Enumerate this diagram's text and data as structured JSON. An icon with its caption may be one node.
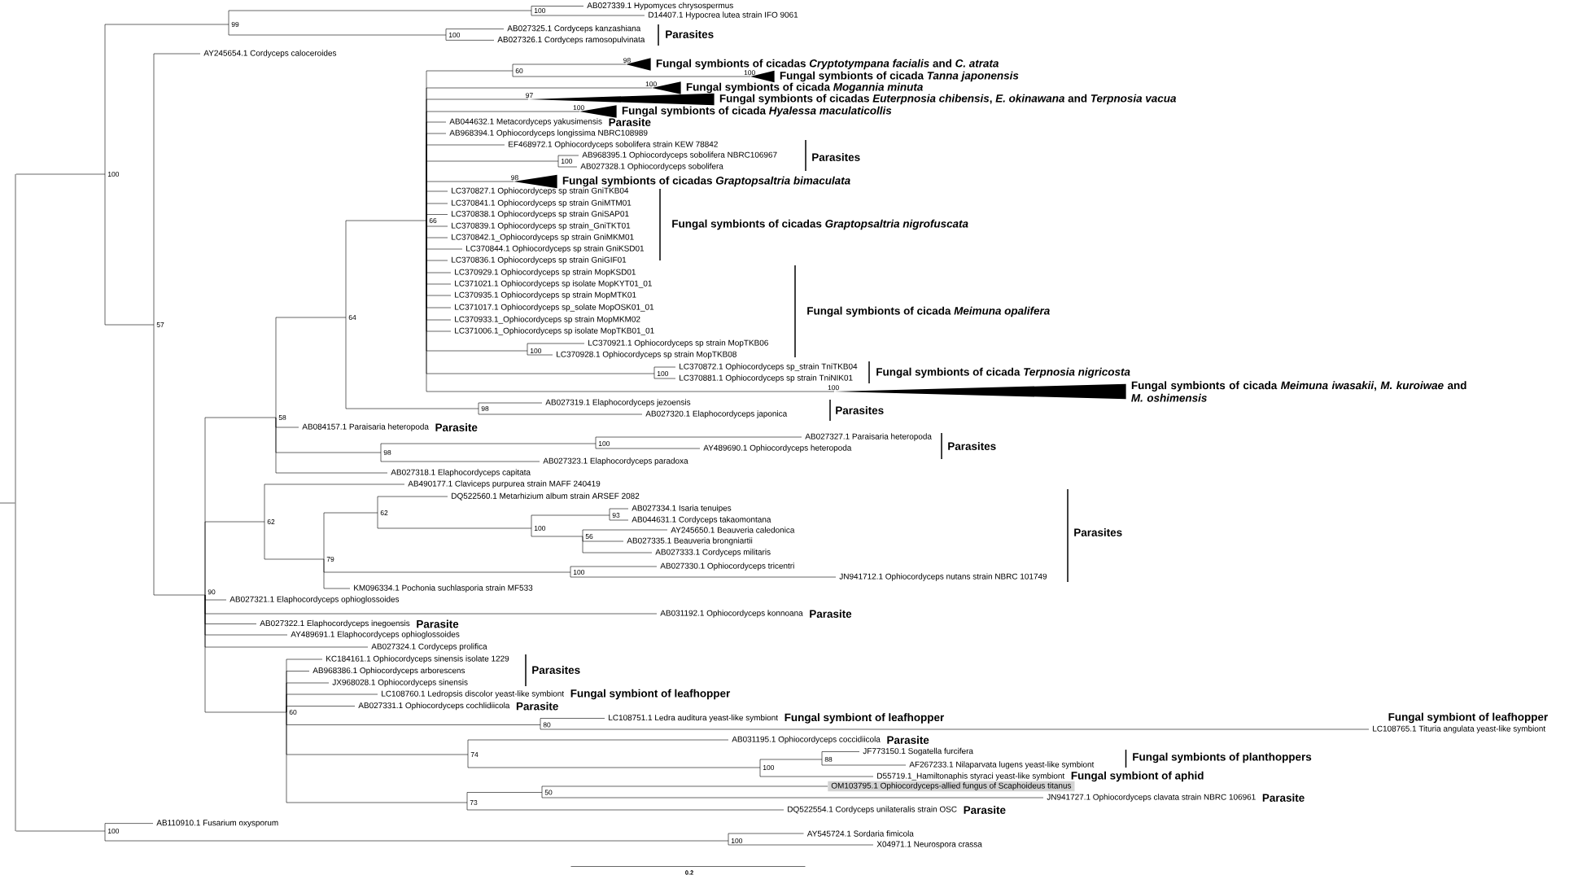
{
  "diagram": {
    "nodes": [
      {
        "text": [],
        "shape": "bar"
      },
      {
        "text": [
          "100"
        ]
      },
      {
        "text": [
          "99"
        ]
      },
      {
        "text": [
          "100"
        ]
      },
      {
        "text": [
          "AB027339.1 Hypomyces chrysospermus"
        ]
      },
      {
        "text": [
          "D14407.1 Hypocrea lutea strain IFO 9061"
        ]
      },
      {
        "text": [
          "100"
        ]
      },
      {
        "text": [
          "AB027325.1 Cordyceps kanzashiana"
        ]
      },
      {
        "text": [
          "AB027326.1 Cordyceps ramosopulvinata"
        ]
      },
      {
        "text": [
          "57"
        ]
      },
      {
        "text": [
          "AY245654.1 Cordyceps caloceroides"
        ]
      },
      {
        "text": [
          "90"
        ]
      },
      {
        "text": [
          "58"
        ]
      },
      {
        "text": [
          "64"
        ]
      },
      {
        "text": [
          "66"
        ]
      },
      {
        "text": [
          "60"
        ]
      },
      {
        "text": [],
        "shape": "triangle",
        "beside": [
          "Fungal symbionts of cicadas *Cryptotympana facialis* and *C. atrata*"
        ]
      },
      {
        "text": [],
        "shape": "triangle",
        "beside": [
          "Fungal symbionts of cicada *Tanna japonensis*"
        ]
      },
      {
        "text": [],
        "shape": "triangle",
        "beside": [
          "Fungal symbionts of cicada *Mogannia minuta*"
        ]
      },
      {
        "text": [],
        "shape": "triangle",
        "beside": [
          "Fungal symbionts of cicadas *Euterpnosia chibensis*, *E. okinawana* and *Terpnosia vacua*"
        ]
      },
      {
        "text": [],
        "shape": "triangle",
        "beside": [
          "Fungal symbionts of cicada *Hyalessa maculaticollis*"
        ]
      },
      {
        "text": [
          "AB044632.1 Metacordyceps yakusimensis"
        ],
        "beside": [
          "Parasite"
        ]
      },
      {
        "text": [
          "AB968394.1 Ophiocordyceps longissima NBRC108989"
        ]
      },
      {
        "text": [
          "EF468972.1 Ophiocordyceps sobolifera strain KEW 78842"
        ]
      },
      {
        "text": [
          "100"
        ]
      },
      {
        "text": [
          "AB968395.1 Ophiocordyceps sobolifera NBRC106967"
        ]
      },
      {
        "text": [
          "AB027328.1 Ophiocordyceps sobolifera"
        ]
      },
      {
        "text": [],
        "shape": "triangle",
        "beside": [
          "Fungal symbionts of cicadas *Graptopsaltria bimaculata*"
        ]
      },
      {
        "text": [
          "LC370827.1 Ophiocordyceps sp strain GniTKB04"
        ]
      },
      {
        "text": [
          "LC370841.1 Ophiocordyceps sp strain GniMTM01"
        ]
      },
      {
        "text": [
          "LC370838.1 Ophiocordyceps sp strain GniSAP01"
        ]
      },
      {
        "text": [
          "LC370839.1 Ophiocordyceps sp strain_GniTKT01"
        ]
      },
      {
        "text": [
          "LC370842.1_Ophiocordyceps sp strain GniMKM01"
        ]
      },
      {
        "text": [
          "LC370844.1 Ophiocordyceps sp strain GniKSD01"
        ]
      },
      {
        "text": [
          "LC370836.1 Ophiocordyceps sp strain GniGIF01"
        ]
      },
      {
        "text": [
          "LC370929.1 Ophiocordyceps sp strain MopKSD01"
        ]
      },
      {
        "text": [
          "LC371021.1 Ophiocordyceps sp isolate MopKYT01_01"
        ]
      },
      {
        "text": [
          "LC370935.1 Ophiocordyceps sp strain MopMTK01"
        ]
      },
      {
        "text": [
          "LC371017.1 Ophiocordyceps sp_solate MopOSK01_01"
        ]
      },
      {
        "text": [
          "LC370933.1_Ophiocordyceps sp strain MopMKM02"
        ]
      },
      {
        "text": [
          "LC371006.1_Ophiocordyceps sp isolate MopTKB01_01"
        ]
      },
      {
        "text": [
          "100"
        ]
      },
      {
        "text": [
          "LC370921.1 Ophiocordyceps sp strain MopTKB06"
        ]
      },
      {
        "text": [
          "LC370928.1 Ophiocordyceps sp strain MopTKB08"
        ]
      },
      {
        "text": [
          "100"
        ]
      },
      {
        "text": [
          "LC370872.1 Ophiocordyceps sp_strain TniTKB04"
        ]
      },
      {
        "text": [
          "LC370881.1 Ophiocordyceps sp strain TniNIK01"
        ]
      },
      {
        "text": [],
        "shape": "triangle",
        "beside": [
          "Fungal symbionts of cicada *Meimuna iwasakii*, *M. kuroiwae* and *M. oshimensis*"
        ]
      },
      {
        "text": [
          "98"
        ]
      },
      {
        "text": [
          "AB027319.1 Elaphocordyceps jezoensis"
        ]
      },
      {
        "text": [
          "AB027320.1 Elaphocordyceps japonica"
        ]
      },
      {
        "text": [
          "AB084157.1 Paraisaria heteropoda"
        ],
        "beside": [
          "Parasite"
        ]
      },
      {
        "text": [
          "98"
        ]
      },
      {
        "text": [
          "100"
        ]
      },
      {
        "text": [
          "AB027327.1 Paraisaria heteropoda"
        ]
      },
      {
        "text": [
          "AY489690.1 Ophiocordyceps heteropoda"
        ]
      },
      {
        "text": [
          "AB027323.1 Elaphocordyceps paradoxa"
        ]
      },
      {
        "text": [
          "AB027318.1 Elaphocordyceps capitata"
        ]
      },
      {
        "text": [
          "62"
        ]
      },
      {
        "text": [
          "AB490177.1 Claviceps purpurea strain MAFF 240419"
        ]
      },
      {
        "text": [
          "79"
        ]
      },
      {
        "text": [
          "62"
        ]
      },
      {
        "text": [
          "DQ522560.1 Metarhizium album strain ARSEF 2082"
        ]
      },
      {
        "text": [
          "100"
        ]
      },
      {
        "text": [
          "93"
        ]
      },
      {
        "text": [
          "AB027334.1 Isaria tenuipes"
        ]
      },
      {
        "text": [
          "AB044631.1 Cordyceps takaomontana"
        ]
      },
      {
        "text": [
          "56"
        ]
      },
      {
        "text": [
          "AY245650.1 Beauveria caledonica"
        ]
      },
      {
        "text": [
          "AB027335.1 Beauveria brongniartii"
        ]
      },
      {
        "text": [
          "AB027333.1 Cordyceps militaris"
        ]
      },
      {
        "text": [
          "100"
        ]
      },
      {
        "text": [
          "AB027330.1 Ophiocordyceps tricentri"
        ]
      },
      {
        "text": [
          "JN941712.1 Ophiocordyceps nutans strain NBRC 101749"
        ]
      },
      {
        "text": [
          "KM096334.1 Pochonia suchlasporia strain MF533"
        ]
      },
      {
        "text": [
          "AB027321.1 Elaphocordyceps ophioglossoides"
        ]
      },
      {
        "text": [
          "AB031192.1 Ophiocordyceps konnoana"
        ],
        "beside": [
          "Parasite"
        ]
      },
      {
        "text": [
          "AB027322.1 Elaphocordyceps inegoensis"
        ],
        "beside": [
          "Parasite"
        ]
      },
      {
        "text": [
          "AY489691.1 Elaphocordyceps ophioglossoides"
        ]
      },
      {
        "text": [
          "AB027324.1 Cordyceps prolifica"
        ]
      },
      {
        "text": [
          "60"
        ]
      },
      {
        "text": [
          "KC184161.1 Ophiocordyceps sinensis isolate 1229"
        ]
      },
      {
        "text": [
          "AB968386.1 Ophiocordyceps arborescens"
        ]
      },
      {
        "text": [
          "JX968028.1 Ophiocordyceps sinensis"
        ]
      },
      {
        "text": [
          "LC108760.1 Ledropsis discolor yeast-like symbiont"
        ],
        "beside": [
          "Fungal symbiont of leafhopper"
        ]
      },
      {
        "text": [
          "AB027331.1 Ophiocordyceps cochlidiicola"
        ],
        "beside": [
          "Parasite"
        ]
      },
      {
        "text": [
          "80"
        ]
      },
      {
        "text": [
          "LC108751.1 Ledra auditura yeast-like symbiont"
        ],
        "beside": [
          "Fungal symbiont of leafhopper"
        ]
      },
      {
        "text": [
          "LC108765.1 Tituria angulata yeast-like symbiont"
        ],
        "beside": [
          "Fungal symbiont of leafhopper"
        ]
      },
      {
        "text": [
          "74"
        ]
      },
      {
        "text": [
          "AB031195.1 Ophiocordyceps coccidiicola"
        ],
        "beside": [
          "Parasite"
        ]
      },
      {
        "text": [
          "100"
        ]
      },
      {
        "text": [
          "88"
        ]
      },
      {
        "text": [
          "JF773150.1 Sogatella furcifera"
        ]
      },
      {
        "text": [
          "AF267233.1 Nilaparvata lugens yeast-like symbiont"
        ]
      },
      {
        "text": [
          "D55719.1_Hamiltonaphis styraci yeast-like symbiont"
        ],
        "beside": [
          "Fungal symbiont of aphid"
        ]
      },
      {
        "text": [
          "73"
        ]
      },
      {
        "text": [
          "50"
        ]
      },
      {
        "text": [
          "OM103795.1 Ophiocordyceps-allied fungus of Scaphoideus titanus"
        ]
      },
      {
        "text": [
          "JN941727.1 Ophiocordyceps clavata strain NBRC 106961"
        ],
        "beside": [
          "Parasite"
        ]
      },
      {
        "text": [
          "DQ522554.1 Cordyceps unilateralis strain OSC"
        ],
        "beside": [
          "Parasite"
        ]
      },
      {
        "text": [
          "100"
        ]
      },
      {
        "text": [
          "AB110910.1 Fusarium oxysporum"
        ]
      },
      {
        "text": [
          "100"
        ]
      },
      {
        "text": [
          "AY545724.1 Sordaria fimicola"
        ]
      },
      {
        "text": [
          "X04971.1 Neurospora crassa"
        ]
      }
    ],
    "edges": [
      {
        "from": null,
        "to": 0,
        "arrow": "none"
      },
      {
        "from": 0,
        "to": 1,
        "arrow": "none"
      },
      {
        "from": 1,
        "to": 2,
        "arrow": "none"
      },
      {
        "from": 2,
        "to": 3,
        "arrow": "none"
      },
      {
        "from": 3,
        "to": 4,
        "arrow": "none"
      },
      {
        "from": 3,
        "to": 5,
        "arrow": "none"
      },
      {
        "from": 2,
        "to": 6,
        "arrow": "none"
      },
      {
        "from": 6,
        "to": 7,
        "arrow": "none"
      },
      {
        "from": 6,
        "to": 8,
        "arrow": "none"
      },
      {
        "from": 1,
        "to": 9,
        "arrow": "none"
      },
      {
        "from": 9,
        "to": 10,
        "arrow": "none"
      },
      {
        "from": 9,
        "to": 11,
        "arrow": "none"
      },
      {
        "from": 11,
        "to": 12,
        "arrow": "none"
      },
      {
        "from": 12,
        "to": 13,
        "arrow": "none"
      },
      {
        "from": 13,
        "to": 14,
        "arrow": "none"
      },
      {
        "from": 14,
        "to": 15,
        "arrow": "none"
      },
      {
        "from": 15,
        "to": 16,
        "arrow": "none",
        "label": "98"
      },
      {
        "from": 15,
        "to": 17,
        "arrow": "none",
        "label": "100"
      },
      {
        "from": 14,
        "to": 18,
        "arrow": "none",
        "label": "100"
      },
      {
        "from": 14,
        "to": 19,
        "arrow": "none",
        "label": "97"
      },
      {
        "from": 14,
        "to": 20,
        "arrow": "none",
        "label": "100"
      },
      {
        "from": 14,
        "to": 21,
        "arrow": "none"
      },
      {
        "from": 14,
        "to": 22,
        "arrow": "none"
      },
      {
        "from": 14,
        "to": 23,
        "arrow": "none"
      },
      {
        "from": 14,
        "to": 24,
        "arrow": "none"
      },
      {
        "from": 24,
        "to": 25,
        "arrow": "none"
      },
      {
        "from": 24,
        "to": 26,
        "arrow": "none"
      },
      {
        "from": 14,
        "to": 27,
        "arrow": "none",
        "label": "98"
      },
      {
        "from": 14,
        "to": 28,
        "arrow": "none"
      },
      {
        "from": 14,
        "to": 29,
        "arrow": "none"
      },
      {
        "from": 14,
        "to": 30,
        "arrow": "none"
      },
      {
        "from": 14,
        "to": 31,
        "arrow": "none"
      },
      {
        "from": 14,
        "to": 32,
        "arrow": "none"
      },
      {
        "from": 14,
        "to": 33,
        "arrow": "none"
      },
      {
        "from": 14,
        "to": 34,
        "arrow": "none"
      },
      {
        "from": 14,
        "to": 35,
        "arrow": "none"
      },
      {
        "from": 14,
        "to": 36,
        "arrow": "none"
      },
      {
        "from": 14,
        "to": 37,
        "arrow": "none"
      },
      {
        "from": 14,
        "to": 38,
        "arrow": "none"
      },
      {
        "from": 14,
        "to": 39,
        "arrow": "none"
      },
      {
        "from": 14,
        "to": 40,
        "arrow": "none"
      },
      {
        "from": 14,
        "to": 41,
        "arrow": "none"
      },
      {
        "from": 41,
        "to": 42,
        "arrow": "none"
      },
      {
        "from": 41,
        "to": 43,
        "arrow": "none"
      },
      {
        "from": 14,
        "to": 44,
        "arrow": "none"
      },
      {
        "from": 44,
        "to": 45,
        "arrow": "none"
      },
      {
        "from": 44,
        "to": 46,
        "arrow": "none"
      },
      {
        "from": 14,
        "to": 47,
        "arrow": "none",
        "label": "100"
      },
      {
        "from": 13,
        "to": 48,
        "arrow": "none"
      },
      {
        "from": 48,
        "to": 49,
        "arrow": "none"
      },
      {
        "from": 48,
        "to": 50,
        "arrow": "none"
      },
      {
        "from": 12,
        "to": 51,
        "arrow": "none"
      },
      {
        "from": 12,
        "to": 52,
        "arrow": "none"
      },
      {
        "from": 52,
        "to": 53,
        "arrow": "none"
      },
      {
        "from": 53,
        "to": 54,
        "arrow": "none"
      },
      {
        "from": 53,
        "to": 55,
        "arrow": "none"
      },
      {
        "from": 52,
        "to": 56,
        "arrow": "none"
      },
      {
        "from": 12,
        "to": 57,
        "arrow": "none"
      },
      {
        "from": 11,
        "to": 58,
        "arrow": "none"
      },
      {
        "from": 58,
        "to": 59,
        "arrow": "none"
      },
      {
        "from": 58,
        "to": 60,
        "arrow": "none"
      },
      {
        "from": 60,
        "to": 61,
        "arrow": "none"
      },
      {
        "from": 61,
        "to": 62,
        "arrow": "none"
      },
      {
        "from": 61,
        "to": 63,
        "arrow": "none"
      },
      {
        "from": 63,
        "to": 64,
        "arrow": "none"
      },
      {
        "from": 64,
        "to": 65,
        "arrow": "none"
      },
      {
        "from": 64,
        "to": 66,
        "arrow": "none"
      },
      {
        "from": 63,
        "to": 67,
        "arrow": "none"
      },
      {
        "from": 67,
        "to": 68,
        "arrow": "none"
      },
      {
        "from": 67,
        "to": 69,
        "arrow": "none"
      },
      {
        "from": 67,
        "to": 70,
        "arrow": "none"
      },
      {
        "from": 60,
        "to": 71,
        "arrow": "none"
      },
      {
        "from": 71,
        "to": 72,
        "arrow": "none"
      },
      {
        "from": 71,
        "to": 73,
        "arrow": "none"
      },
      {
        "from": 60,
        "to": 74,
        "arrow": "none"
      },
      {
        "from": 11,
        "to": 75,
        "arrow": "none"
      },
      {
        "from": 11,
        "to": 76,
        "arrow": "none"
      },
      {
        "from": 11,
        "to": 77,
        "arrow": "none"
      },
      {
        "from": 11,
        "to": 78,
        "arrow": "none"
      },
      {
        "from": 11,
        "to": 79,
        "arrow": "none"
      },
      {
        "from": 11,
        "to": 80,
        "arrow": "none"
      },
      {
        "from": 80,
        "to": 81,
        "arrow": "none"
      },
      {
        "from": 80,
        "to": 82,
        "arrow": "none"
      },
      {
        "from": 80,
        "to": 83,
        "arrow": "none"
      },
      {
        "from": 80,
        "to": 84,
        "arrow": "none"
      },
      {
        "from": 80,
        "to": 85,
        "arrow": "none"
      },
      {
        "from": 80,
        "to": 86,
        "arrow": "none"
      },
      {
        "from": 86,
        "to": 87,
        "arrow": "none"
      },
      {
        "from": 86,
        "to": 88,
        "arrow": "none"
      },
      {
        "from": 80,
        "to": 89,
        "arrow": "none"
      },
      {
        "from": 89,
        "to": 90,
        "arrow": "none"
      },
      {
        "from": 89,
        "to": 91,
        "arrow": "none"
      },
      {
        "from": 91,
        "to": 92,
        "arrow": "none"
      },
      {
        "from": 92,
        "to": 93,
        "arrow": "none"
      },
      {
        "from": 92,
        "to": 94,
        "arrow": "none"
      },
      {
        "from": 91,
        "to": 95,
        "arrow": "none"
      },
      {
        "from": 80,
        "to": 96,
        "arrow": "none"
      },
      {
        "from": 96,
        "to": 97,
        "arrow": "none"
      },
      {
        "from": 97,
        "to": 98,
        "arrow": "none"
      },
      {
        "from": 97,
        "to": 99,
        "arrow": "none"
      },
      {
        "from": 96,
        "to": 100,
        "arrow": "none"
      },
      {
        "from": 0,
        "to": 101,
        "arrow": "none"
      },
      {
        "from": 101,
        "to": 102,
        "arrow": "none"
      },
      {
        "from": 101,
        "to": 103,
        "arrow": "none"
      },
      {
        "from": 103,
        "to": 104,
        "arrow": "none"
      },
      {
        "from": 103,
        "to": 105,
        "arrow": "none"
      }
    ],
    "labels": [
      "Parasites",
      "Parasites",
      "Fungal symbionts of cicadas *Graptopsaltria nigrofuscata*",
      "Fungal symbionts of cicada *Meimuna opalifera*",
      "Fungal symbionts of cicada *Terpnosia nigricosta*",
      "Parasites",
      "Parasites",
      "Parasites",
      "Parasites",
      "Fungal symbionts of planthoppers",
      "0.2"
    ]
  }
}
